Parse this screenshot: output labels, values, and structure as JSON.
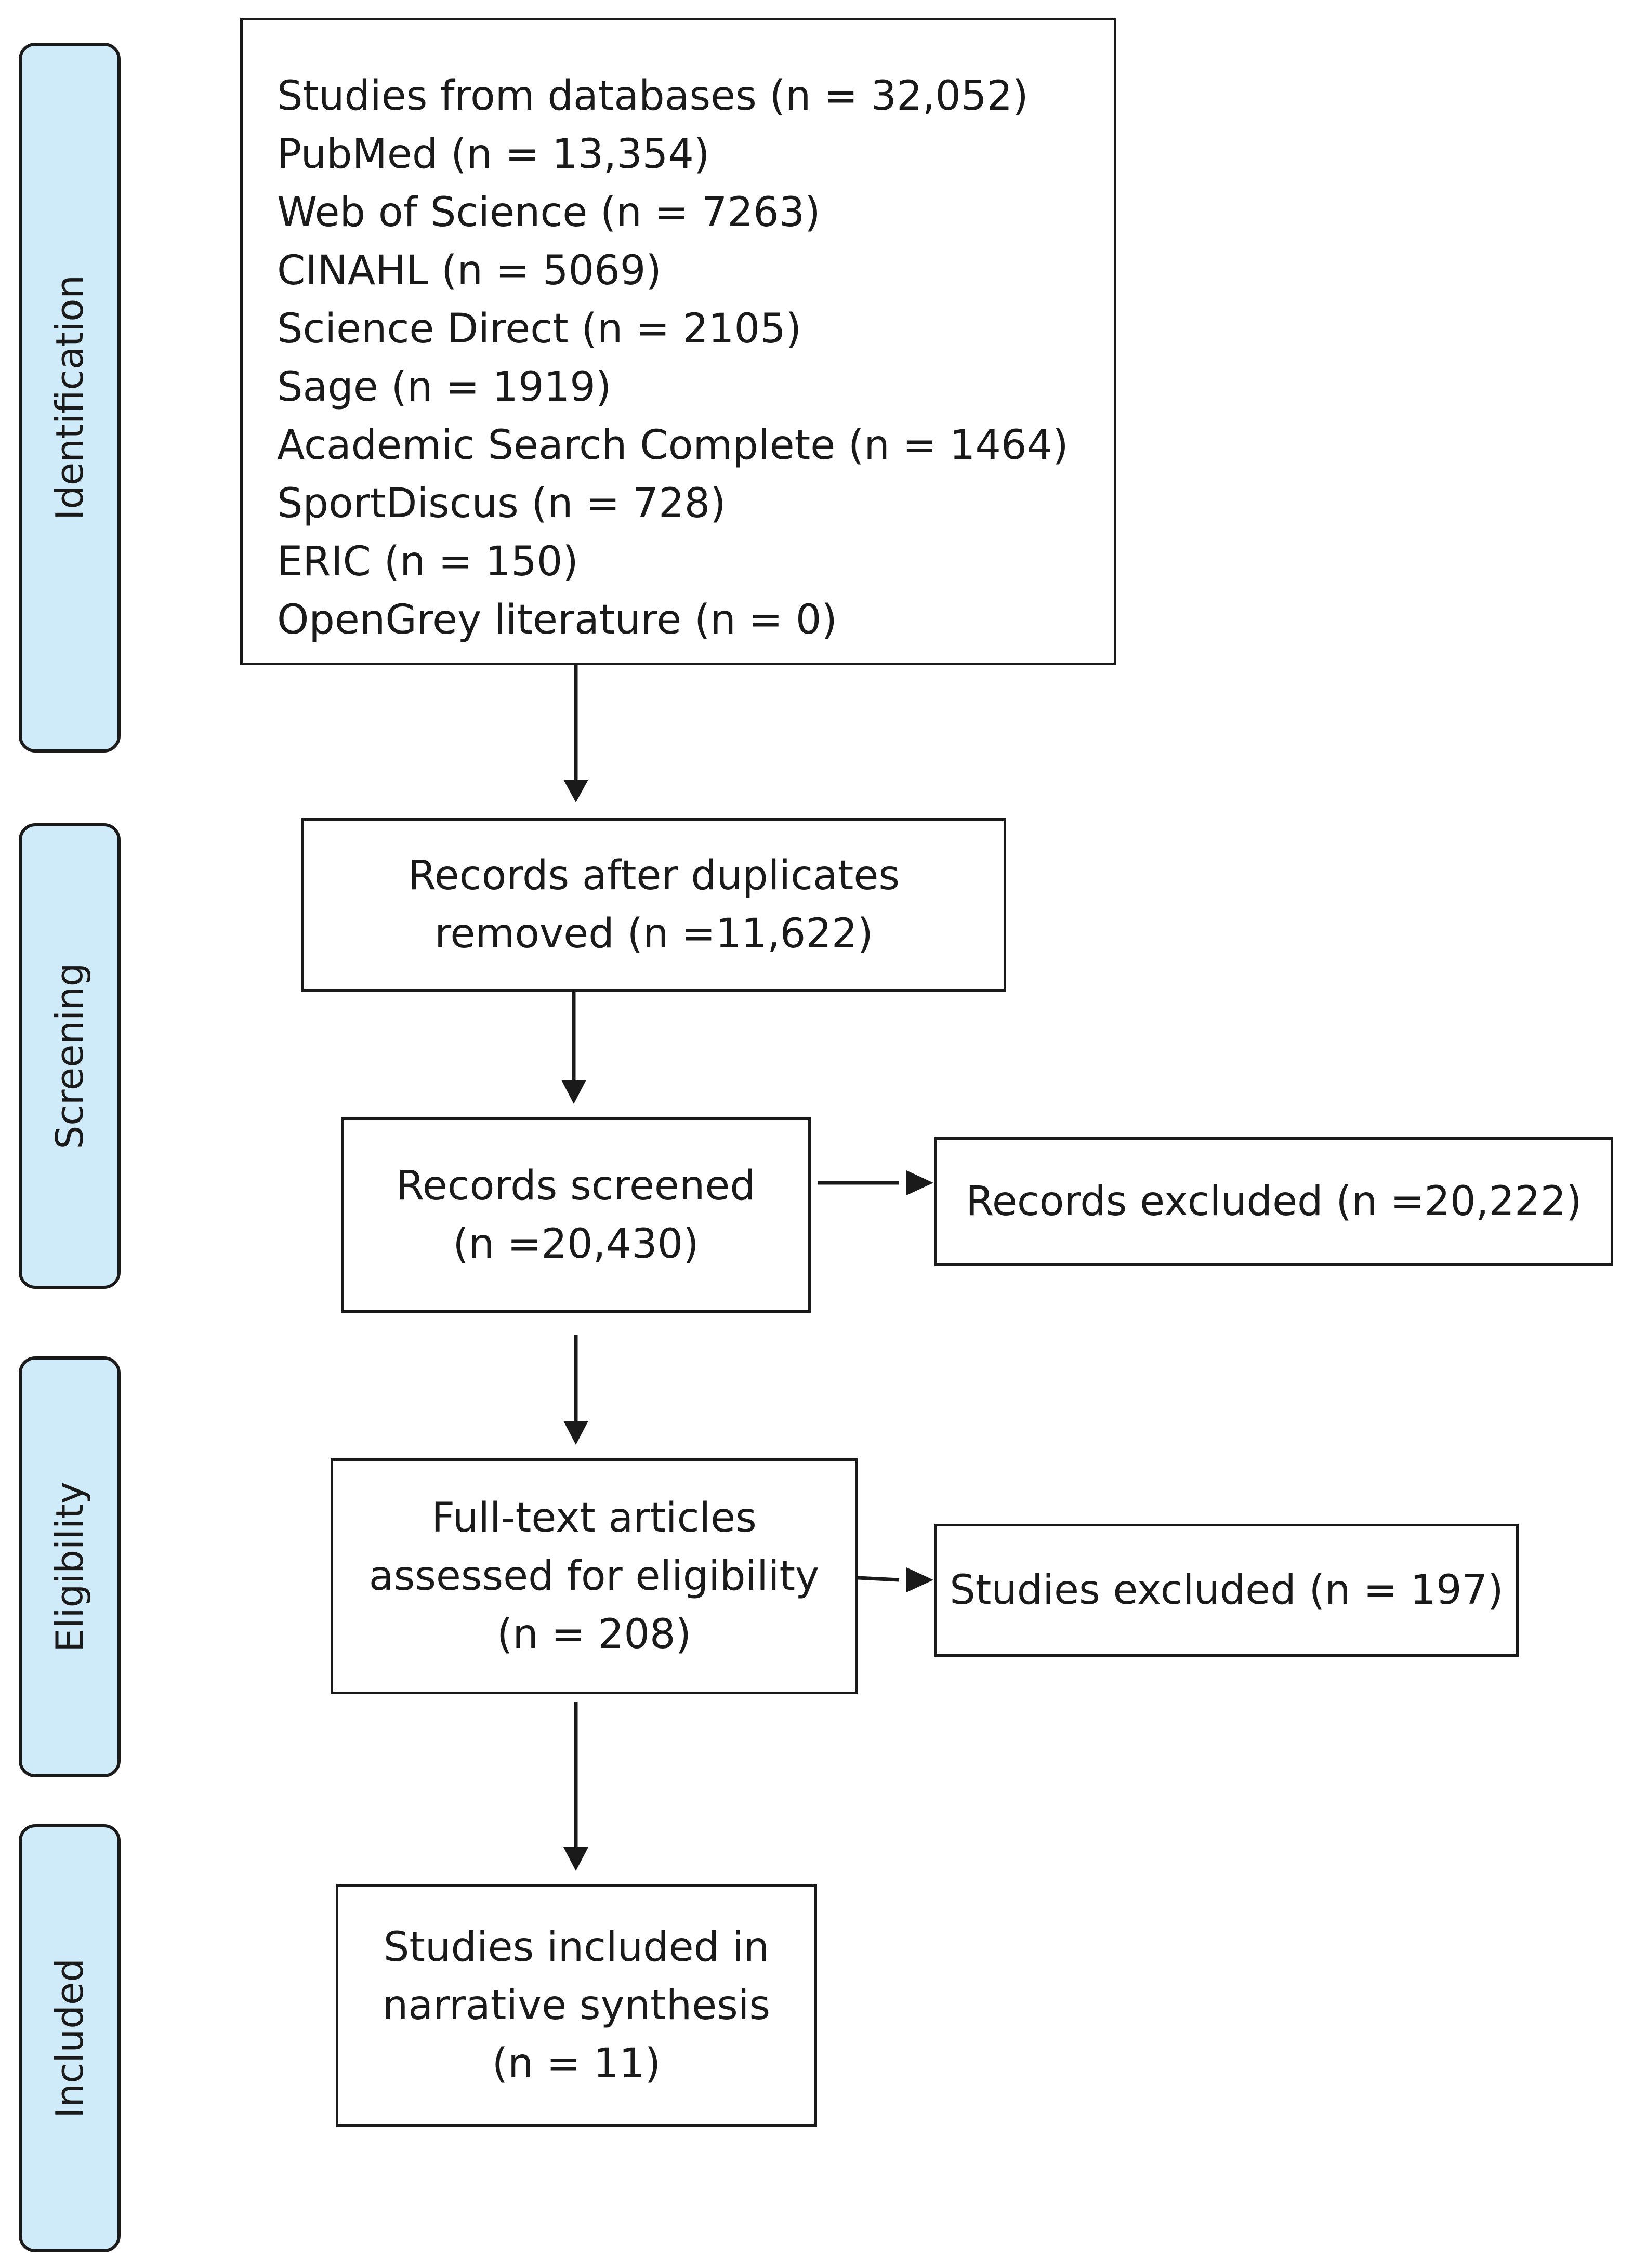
{
  "phases": {
    "identification": "Identification",
    "screening": "Screening",
    "eligibility": "Eligibility",
    "included": "Included"
  },
  "boxes": {
    "databases": {
      "lines": [
        "Studies from databases (n = 32,052)",
        "PubMed (n = 13,354)",
        "Web of Science (n = 7263)",
        "CINAHL (n = 5069)",
        "Science Direct (n = 2105)",
        "Sage (n = 1919)",
        "Academic Search Complete (n = 1464)",
        "SportDiscus (n = 728)",
        "ERIC (n = 150)",
        "OpenGrey literature (n = 0)"
      ]
    },
    "duplicates_removed": {
      "lines": [
        "Records after duplicates",
        "removed (n =11,622)"
      ]
    },
    "records_screened": {
      "lines": [
        "Records screened",
        "(n =20,430)"
      ]
    },
    "records_excluded": {
      "lines": [
        "Records excluded (n =20,222)"
      ]
    },
    "fulltext_assessed": {
      "lines": [
        "Full-text articles",
        "assessed for eligibility",
        "(n = 208)"
      ]
    },
    "studies_excluded": {
      "lines": [
        "Studies excluded (n = 197)"
      ]
    },
    "studies_included": {
      "lines": [
        "Studies included in",
        "narrative synthesis",
        "(n = 11)"
      ]
    }
  }
}
